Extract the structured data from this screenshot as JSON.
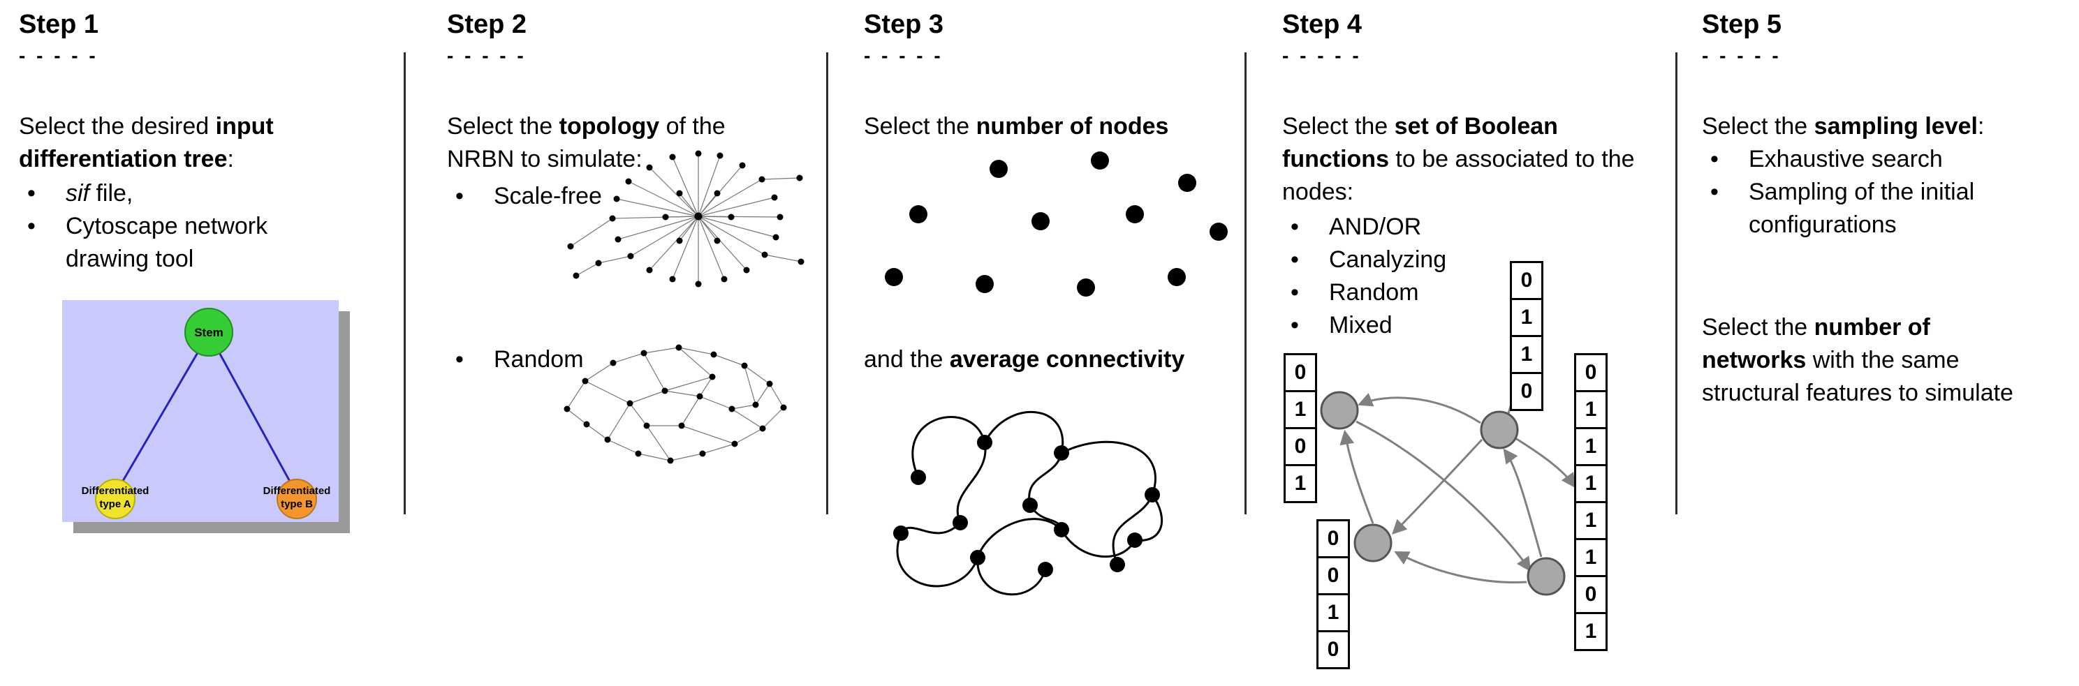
{
  "common": {
    "dashes": "- - - - -"
  },
  "colors": {
    "tree_bg": "#c9c9fc",
    "tree_shadow": "#9a9a9a",
    "stem_fill": "#35cc35",
    "type_a_fill": "#f0e22e",
    "type_b_fill": "#f5952e",
    "tree_edge_blue": "#2525bd",
    "network_node_gray": "#a8a8a8",
    "arrow_gray": "#808080"
  },
  "step1": {
    "title": "Step 1",
    "intro": {
      "p1": "Select the desired ",
      "b1": "input differentiation tree",
      "p2": ":"
    },
    "bullets": {
      "b1_italic": "sif",
      "b1_rest": " file,",
      "b2": "Cytoscape network drawing tool"
    },
    "tree": {
      "stem": "Stem",
      "left1": "Differentiated",
      "left2": "type A",
      "right1": "Differentiated",
      "right2": "type B"
    }
  },
  "step2": {
    "title": "Step 2",
    "intro": {
      "p1": "Select the ",
      "b1": "topology",
      "p2": " of the NRBN to simulate:"
    },
    "bullets": {
      "b1": "Scale-free",
      "b2": "Random"
    }
  },
  "step3": {
    "title": "Step 3",
    "intro": {
      "p1": "Select the ",
      "b1": "number of nodes"
    },
    "mid": {
      "p1": "and the ",
      "b1": "average connectivity"
    }
  },
  "step4": {
    "title": "Step 4",
    "intro": {
      "p1": "Select the ",
      "b1": "set of Boolean functions",
      "p2": " to be associated to the nodes:"
    },
    "bullets": [
      "AND/OR",
      "Canalyzing",
      "Random",
      "Mixed"
    ],
    "truth_tables": {
      "left": [
        "0",
        "1",
        "0",
        "1"
      ],
      "top": [
        "0",
        "1",
        "1",
        "0"
      ],
      "right": [
        "0",
        "1",
        "1",
        "1",
        "1",
        "1",
        "0",
        "1"
      ],
      "bottom": [
        "0",
        "0",
        "1",
        "0"
      ]
    }
  },
  "step5": {
    "title": "Step 5",
    "intro": {
      "p1": "Select the ",
      "b1": "sampling level",
      "p2": ":"
    },
    "bullets": {
      "b1": "Exhaustive search",
      "b2": "Sampling of the initial configurations"
    },
    "second": {
      "p1": "Select the ",
      "b1": "number of networks",
      "p2": " with the same structural features to simulate"
    }
  }
}
